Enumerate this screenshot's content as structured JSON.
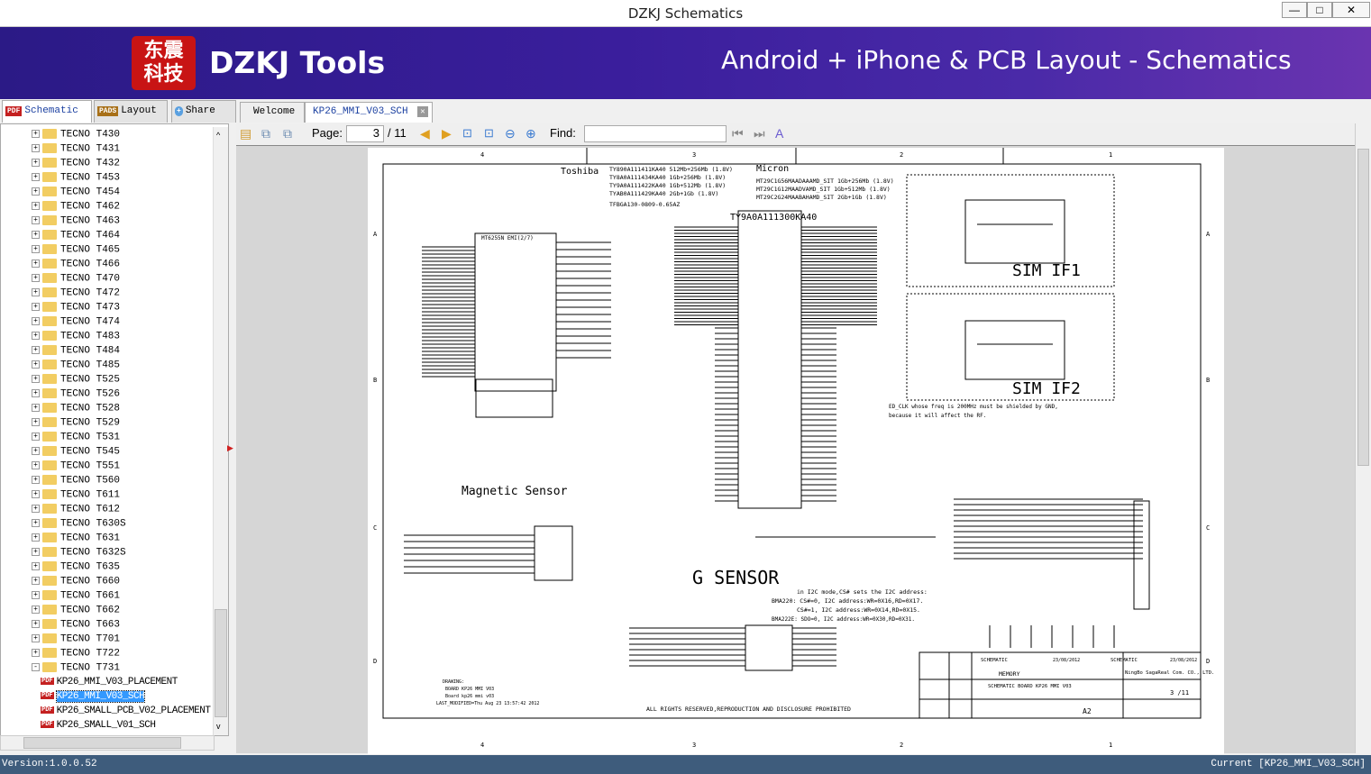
{
  "window": {
    "title": "DZKJ Schematics",
    "minimize": "—",
    "maximize": "□",
    "close": "✕"
  },
  "banner": {
    "logo_text": "东震科技",
    "brand": "DZKJ Tools",
    "tagline": "Android + iPhone & PCB Layout - Schematics"
  },
  "left_tabs": [
    {
      "label": "Schematic",
      "icon": "PDF"
    },
    {
      "label": "Layout",
      "icon": "PADS"
    },
    {
      "label": "Share",
      "icon": "cloud-plus-icon"
    }
  ],
  "doc_tabs": [
    {
      "label": "Welcome"
    },
    {
      "label": "KP26_MMI_V03_SCH"
    }
  ],
  "tree": {
    "items": [
      "TECNO T430",
      "TECNO T431",
      "TECNO T432",
      "TECNO T453",
      "TECNO T454",
      "TECNO T462",
      "TECNO T463",
      "TECNO T464",
      "TECNO T465",
      "TECNO T466",
      "TECNO T470",
      "TECNO T472",
      "TECNO T473",
      "TECNO T474",
      "TECNO T483",
      "TECNO T484",
      "TECNO T485",
      "TECNO T525",
      "TECNO T526",
      "TECNO T528",
      "TECNO T529",
      "TECNO T531",
      "TECNO T545",
      "TECNO T551",
      "TECNO T560",
      "TECNO T611",
      "TECNO T612",
      "TECNO T630S",
      "TECNO T631",
      "TECNO T632S",
      "TECNO T635",
      "TECNO T660",
      "TECNO T661",
      "TECNO T662",
      "TECNO T663",
      "TECNO T701",
      "TECNO T722",
      "TECNO T731"
    ],
    "children": [
      "KP26_MMI_V03_PLACEMENT",
      "KP26_MMI_V03_SCH",
      "KP26_SMALL_PCB_V02_PLACEMENT",
      "KP26_SMALL_V01_SCH"
    ],
    "selected": "KP26_MMI_V03_SCH"
  },
  "toolbar": {
    "page_label": "Page:",
    "page_current": "3",
    "page_total": "/ 11",
    "find_label": "Find:",
    "find_value": ""
  },
  "schematic": {
    "cols": [
      "4",
      "3",
      "2",
      "1"
    ],
    "rows": [
      "A",
      "B",
      "C",
      "D"
    ],
    "toshiba_label": "Toshiba",
    "toshiba_parts": [
      "TY890A111411KA40 512Mb+256Mb (1.8V)",
      "TY8A0A111434KA40 1Gb+256Mb (1.8V)",
      "TY9A0A111422KA40 1Gb+512Mb (1.8V)",
      "TYAB0A111429KA40 2Gb+1Gb (1.8V)"
    ],
    "package": "TFBGA130-0809-0.65AZ",
    "micron_label": "Micron",
    "micron_parts": [
      "MT29C1G56MAADAAAMD_SIT 1Gb+256Mb (1.8V)",
      "MT29C1G12MAADVAMD_SIT 1Gb+512Mb (1.8V)",
      "MT29C2G24MAABAHAMD_SIT 2Gb+1Gb (1.8V)"
    ],
    "mem_chip": "TY9A0A111300KA40",
    "emi": "MT6255N EMI(2/7)",
    "sim1": "SIM IF1",
    "sim2": "SIM IF2",
    "edclk_note": [
      "ED_CLK whose freq is 200MHz must be shielded by GND,",
      "because it will affect the RF."
    ],
    "mag": "Magnetic Sensor",
    "gsensor": "G SENSOR",
    "i2c_note": [
      "in I2C mode,CS# sets the I2C address:",
      "BMA220: CS#=0,  I2C address:WR=0X16,RD=0X17.",
      "CS#=1,  I2C address:WR=0X14,RD=0X15.",
      "BMA222E: SDO=0,  I2C address:WR=0X30,RD=0X31."
    ],
    "drawing": [
      "DRAWING:",
      "BOARD KP26 MMI V03",
      "Board kp26 mmi v03",
      "LAST_MODIFIED=Thu Aug 23 13:57:42 2012"
    ],
    "rights": "ALL RIGHTS RESERVED,REPRODUCTION AND DISCLOSURE PROHIBITED",
    "tb_name1": "SCHEMATIC",
    "tb_date1": "23/08/2012",
    "tb_name2": "SCHEMATIC",
    "tb_date2": "23/08/2012",
    "tb_title": "MEMORY",
    "tb_product": "SCHEMATIC BOARD KP26 MMI V03",
    "tb_company": "NingBo SagaReal Com. CO., LTD.",
    "tb_sheet": "3 /11",
    "tb_size": "A2"
  },
  "status": {
    "version": "Version:1.0.0.52",
    "current": "Current [KP26_MMI_V03_SCH]"
  }
}
